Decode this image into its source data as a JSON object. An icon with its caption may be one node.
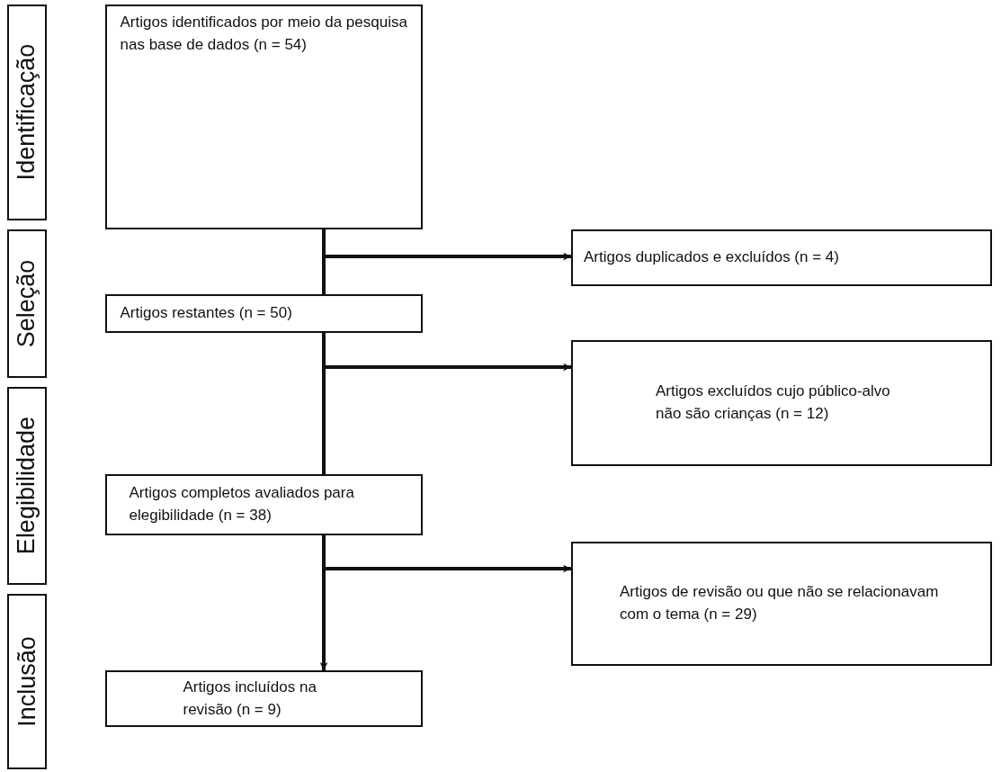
{
  "diagram": {
    "nodes": [
      {
        "text": [
          "Identificação"
        ]
      },
      {
        "text": [
          "Artigos identificados por meio da pesquisa nas base de dados (n = 54)"
        ]
      },
      {
        "text": [
          "Seleção"
        ]
      },
      {
        "text": [
          "Artigos duplicados e excluídos (n = 4)"
        ]
      },
      {
        "text": [
          "Artigos restantes (n = 50)"
        ]
      },
      {
        "text": [
          "Artigos excluídos cujo público-alvo não são crianças (n = 12)"
        ]
      },
      {
        "text": [
          "Elegibilidade"
        ]
      },
      {
        "text": [
          "Artigos completos avaliados para elegibilidade (n = 38)"
        ]
      },
      {
        "text": [
          "Artigos de revisão ou que não se relacionavam com o tema (n = 29)"
        ]
      },
      {
        "text": [
          "Inclusão"
        ]
      },
      {
        "text": [
          "Artigos incluídos na revisão (n = 9)"
        ]
      }
    ],
    "edges": [
      {
        "from": 1,
        "to": 4,
        "arrow": "none"
      },
      {
        "from": 1,
        "to": 3,
        "arrow": "to"
      },
      {
        "from": 4,
        "to": 7,
        "arrow": "none"
      },
      {
        "from": 4,
        "to": 5,
        "arrow": "to"
      },
      {
        "from": 7,
        "to": 10,
        "arrow": "to"
      },
      {
        "from": 7,
        "to": 8,
        "arrow": "to"
      }
    ]
  }
}
